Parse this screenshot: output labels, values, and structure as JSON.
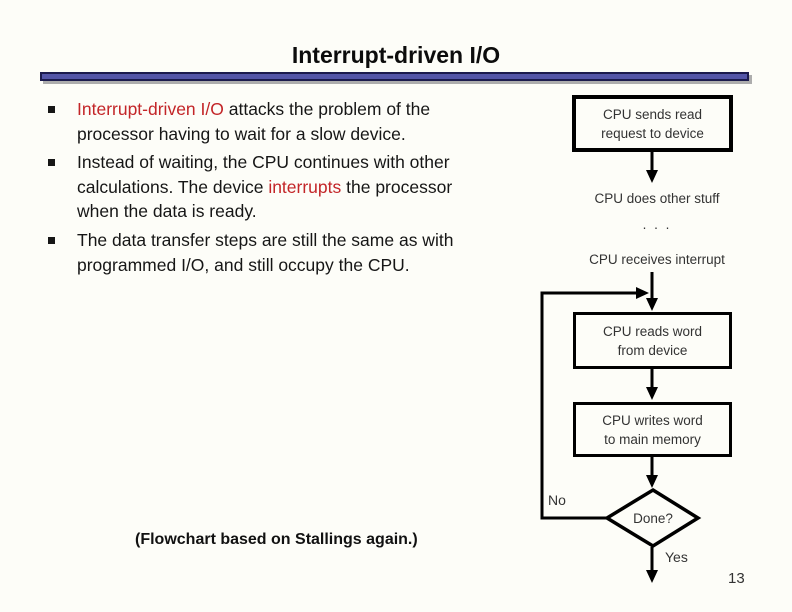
{
  "slide": {
    "title": "Interrupt-driven I/O",
    "caption": "(Flowchart based on Stallings again.)",
    "page_number": "13"
  },
  "colors": {
    "accent_red": "#C32528",
    "rule_fill": "#5355A7",
    "rule_border": "#1B1B4D",
    "background": "#FDFDF8",
    "flowchart_line": "#000000"
  },
  "bullets": [
    {
      "lines": [
        [
          {
            "text": "Interrupt-driven I/O",
            "red": true
          },
          {
            "text": " attacks the problem of the",
            "red": false
          }
        ],
        [
          {
            "text": "processor having to wait for a slow device.",
            "red": false
          }
        ]
      ]
    },
    {
      "lines": [
        [
          {
            "text": "Instead of waiting, the CPU continues with other",
            "red": false
          }
        ],
        [
          {
            "text": "calculations. The device ",
            "red": false
          },
          {
            "text": "interrupts",
            "red": true
          },
          {
            "text": " the processor",
            "red": false
          }
        ],
        [
          {
            "text": "when the data is ready.",
            "red": false
          }
        ]
      ]
    },
    {
      "lines": [
        [
          {
            "text": "The data transfer steps are still the same as with",
            "red": false
          }
        ],
        [
          {
            "text": "programmed I/O, and still occupy the CPU.",
            "red": false
          }
        ]
      ]
    }
  ],
  "flowchart": {
    "box_send": "CPU sends read\nrequest to device",
    "text_other": "CPU does other stuff",
    "text_dots": ". . .",
    "text_interrupt": "CPU receives interrupt",
    "box_read": "CPU reads word\nfrom device",
    "box_write": "CPU writes word\nto main memory",
    "decision": "Done?",
    "label_no": "No",
    "label_yes": "Yes"
  }
}
